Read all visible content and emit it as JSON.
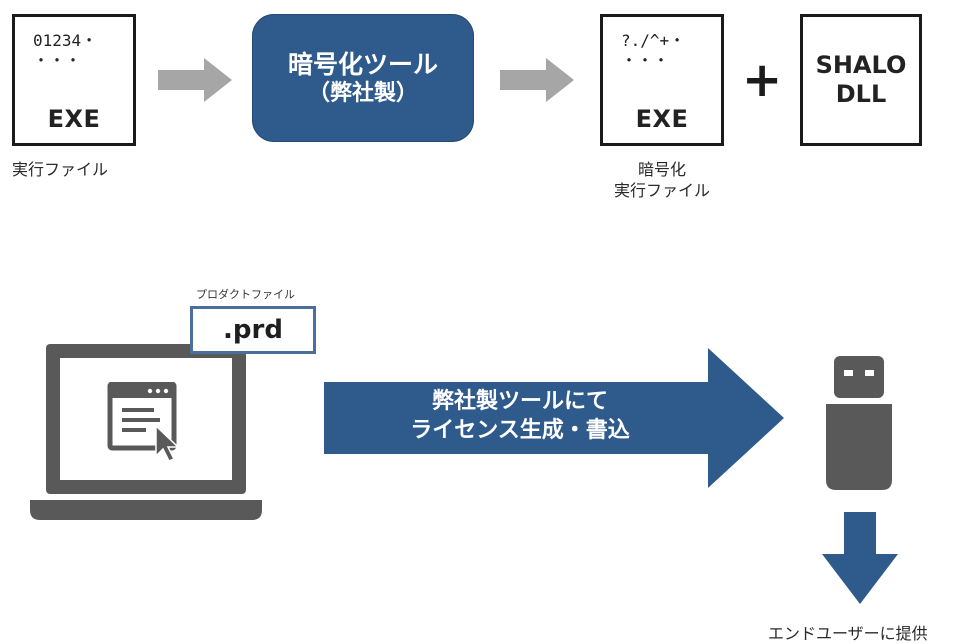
{
  "top_row": {
    "exe_file": {
      "code_line1": "01234・",
      "code_line2": "・・・",
      "ext_label": "EXE",
      "caption": "実行ファイル"
    },
    "encryption_tool": {
      "line1": "暗号化ツール",
      "line2": "（弊社製）"
    },
    "encrypted_file": {
      "code_line1": "?./^+・",
      "code_line2": "・・・",
      "ext_label": "EXE",
      "caption_line1": "暗号化",
      "caption_line2": "実行ファイル"
    },
    "plus_sign": "+",
    "shalo_dll": {
      "line1": "SHALO",
      "line2": "DLL"
    }
  },
  "bottom_row": {
    "product_file_label": "プロダクトファイル",
    "product_file_ext": ".prd",
    "big_arrow": {
      "line1": "弊社製ツールにて",
      "line2": "ライセンス生成・書込"
    },
    "end_caption": "エンドユーザーに提供"
  },
  "colors": {
    "accent_blue": "#2f5a8c",
    "arrow_gray": "#a6a6a6",
    "laptop_dark": "#595959",
    "laptop_light": "#808080",
    "box_border": "#1b1b1b"
  },
  "icons": {
    "laptop": "laptop-icon",
    "app_window": "app-window-icon",
    "usb_dongle": "usb-dongle-icon",
    "arrow_right": "arrow-right-icon",
    "arrow_down": "arrow-down-icon"
  }
}
